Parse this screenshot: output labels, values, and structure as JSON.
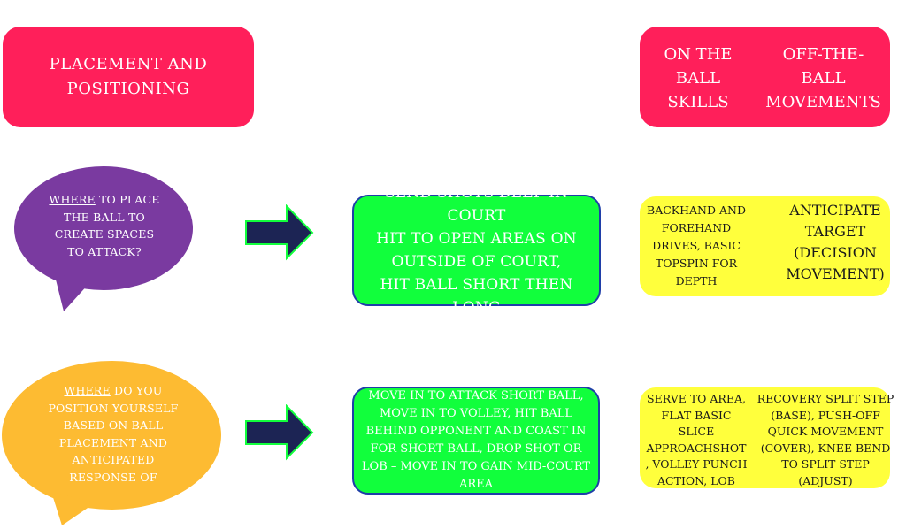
{
  "headers": {
    "left": "PLACEMENT AND\nPOSITIONING",
    "on_ball": "ON THE\nBALL\nSKILLS",
    "off_ball": "OFF-THE-\nBALL\nMOVEMENTS"
  },
  "row1": {
    "bubble_first": "WHERE",
    "bubble_rest": " TO PLACE",
    "bubble_lines": "THE BALL TO\nCREATE SPACES\nTO ATTACK?",
    "green": "SEND SHOTS DEEP IN COURT\nHIT TO OPEN AREAS ON\nOUTSIDE OF COURT,\nHIT BALL SHORT THEN LONG",
    "on_ball": "BACKHAND AND\nFOREHAND\nDRIVES, BASIC\nTOPSPIN FOR\nDEPTH",
    "off_ball": "ANTICIPATE\nTARGET\n(DECISION\nMOVEMENT)"
  },
  "row2": {
    "bubble_first": "WHERE",
    "bubble_rest": " DO YOU",
    "bubble_lines": "POSITION YOURSELF\nBASED ON BALL\nPLACEMENT AND\nANTICIPATED\nRESPONSE OF",
    "green": "MOVE IN TO ATTACK SHORT BALL,\nMOVE IN TO VOLLEY, HIT BALL\nBEHIND OPPONENT AND COAST IN\nFOR SHORT BALL, DROP-SHOT OR\nLOB – MOVE IN TO GAIN MID-COURT\nAREA",
    "on_ball": "SERVE TO AREA,\nFLAT BASIC\nSLICE\nAPPROACHSHOT\n, VOLLEY PUNCH\nACTION, LOB",
    "off_ball": "RECOVERY SPLIT STEP\n(BASE), PUSH-OFF\nQUICK MOVEMENT\n(COVER), KNEE BEND\nTO SPLIT STEP (ADJUST)"
  },
  "colors": {
    "pink": "#ff1f5a",
    "purple": "#7a3aa0",
    "orange": "#fdbb32",
    "green": "#11ff3c",
    "yellow": "#ffff3c",
    "arrow": "#1c2454"
  }
}
